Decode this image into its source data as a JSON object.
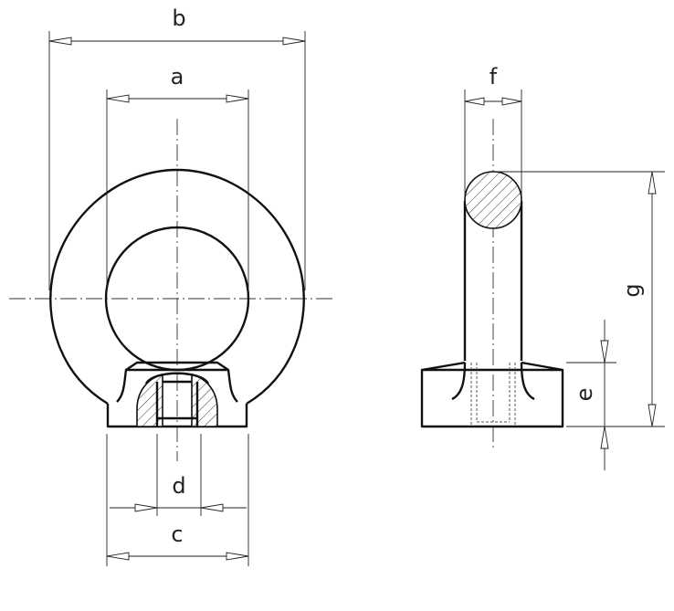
{
  "dimensions": {
    "a": "a",
    "b": "b",
    "c": "c",
    "d": "d",
    "e": "e",
    "f": "f",
    "g": "g"
  }
}
